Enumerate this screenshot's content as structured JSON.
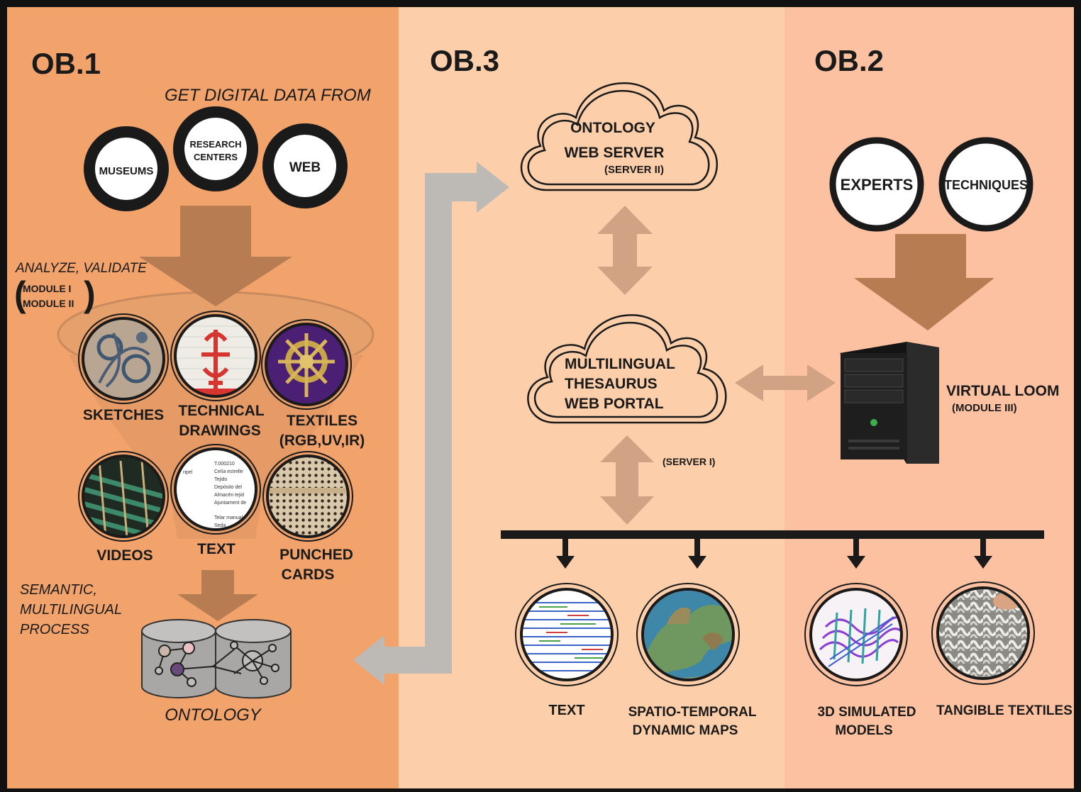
{
  "colors": {
    "ob1_bg": "#f2a36c",
    "ob3_bg": "#fccfaa",
    "ob2_bg": "#fcc1a1",
    "frame": "#111111",
    "brown_arrow": "#b77c52",
    "light_arrow": "#d2a284",
    "gray_arrow": "#bdb9b5",
    "ring": "#1a1a1a"
  },
  "ob1": {
    "heading": "OB.1",
    "get_data_caption": "GET DIGITAL DATA FROM",
    "sources": [
      "MUSEUMS",
      "RESEARCH CENTERS",
      "WEB"
    ],
    "analyze_caption": "ANALYZE, VALIDATE",
    "modules": [
      "MODULE I",
      "MODULE II"
    ],
    "data_types": [
      {
        "line1": "SKETCHES",
        "line2": ""
      },
      {
        "line1": "TECHNICAL",
        "line2": "DRAWINGS"
      },
      {
        "line1": "TEXTILES",
        "line2": "(RGB,UV,IR)"
      },
      {
        "line1": "VIDEOS",
        "line2": ""
      },
      {
        "line1": "TEXT",
        "line2": ""
      },
      {
        "line1": "PUNCHED",
        "line2": "CARDS"
      }
    ],
    "semantic_lines": [
      "SEMANTIC,",
      "MULTILINGUAL",
      "PROCESS"
    ],
    "ontology_label": "ONTOLOGY",
    "text_sample_lines": [
      "T.000210",
      "Celía estrelle",
      "Tejido",
      "Depósito del",
      "Almacén tejid",
      "Ajuntament de",
      "Telar manual",
      "Seda"
    ],
    "text_sample_left": "ripel"
  },
  "ob3": {
    "heading": "OB.3",
    "server2_line1": "ONTOLOGY",
    "server2_line2": "WEB SERVER",
    "server2_note": "(SERVER II)",
    "portal_lines": [
      "MULTILINGUAL",
      "THESAURUS",
      "WEB PORTAL"
    ],
    "server1_note": "(SERVER I)",
    "outputs": [
      {
        "line1": "TEXT",
        "line2": ""
      },
      {
        "line1": "SPATIO-TEMPORAL",
        "line2": "DYNAMIC MAPS"
      },
      {
        "line1": "3D SIMULATED",
        "line2": "MODELS"
      },
      {
        "line1": "TANGIBLE TEXTILES",
        "line2": ""
      }
    ]
  },
  "ob2": {
    "heading": "OB.2",
    "inputs": [
      "EXPERTS",
      "TECHNIQUES"
    ],
    "loom_title": "VIRTUAL LOOM",
    "loom_module": "(MODULE III)"
  }
}
